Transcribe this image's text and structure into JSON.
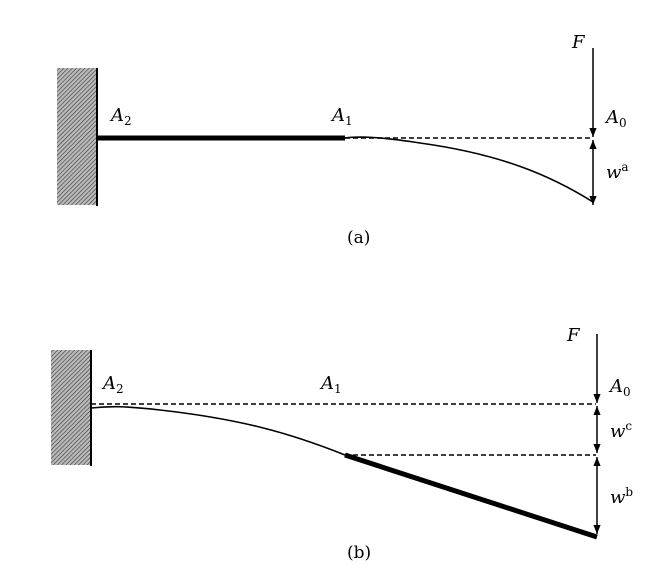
{
  "panel_a": {
    "caption": "(a)",
    "force_label": "F",
    "points": {
      "a2": "A",
      "a2_sub": "2",
      "a1": "A",
      "a1_sub": "1",
      "a0": "A",
      "a0_sub": "0"
    },
    "deflection": {
      "symbol": "w",
      "sup": "a"
    }
  },
  "panel_b": {
    "caption": "(b)",
    "force_label": "F",
    "points": {
      "a2": "A",
      "a2_sub": "2",
      "a1": "A",
      "a1_sub": "1",
      "a0": "A",
      "a0_sub": "0"
    },
    "deflection_c": {
      "symbol": "w",
      "sup": "c"
    },
    "deflection_b": {
      "symbol": "w",
      "sup": "b"
    }
  }
}
